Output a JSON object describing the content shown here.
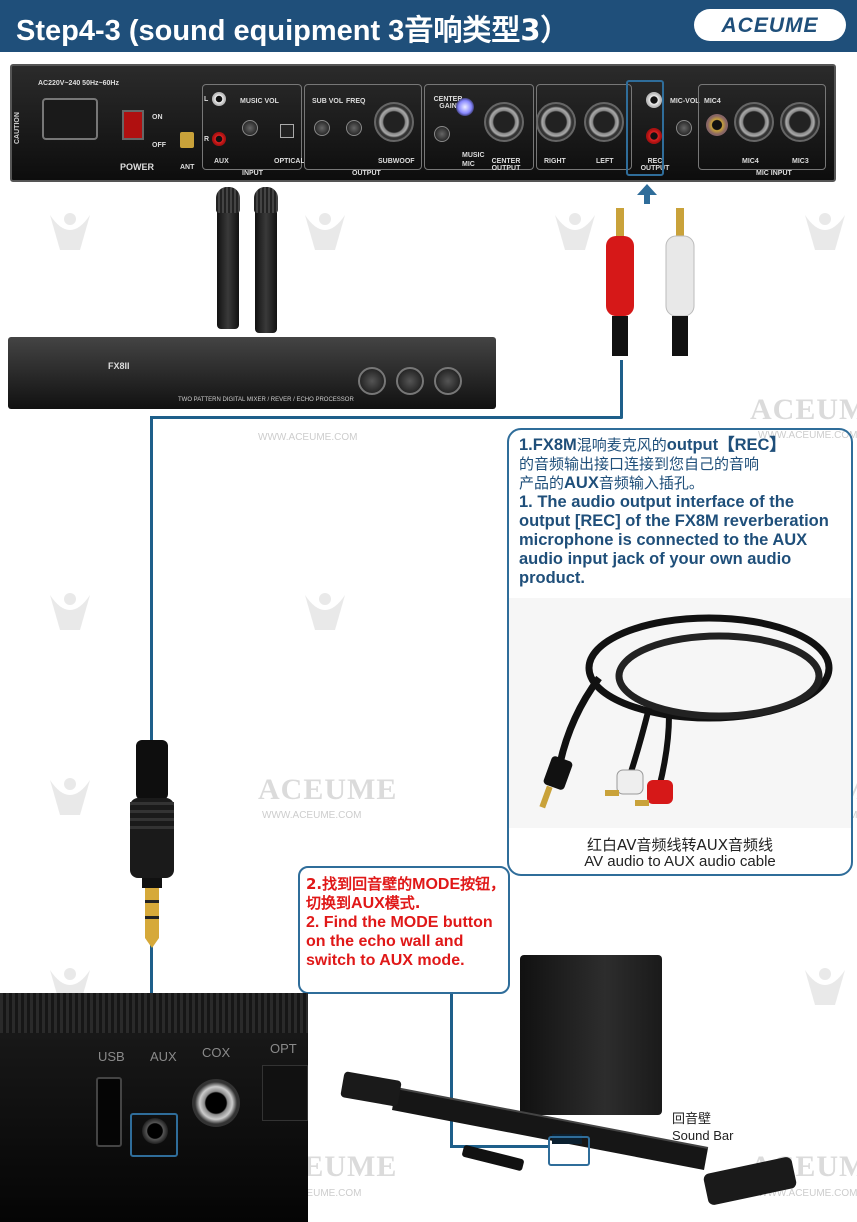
{
  "header": {
    "title_prefix": "Step4-3 (sound equipment 3",
    "title_cn": "音响类型3",
    "title_suffix": "）",
    "brand": "ACEUME"
  },
  "watermark": {
    "brand": "ACEUME",
    "url": "WWW.ACEUME.COM"
  },
  "rear_panel": {
    "power_spec": "AC220V~240 50Hz~60Hz",
    "caution": "CAUTION",
    "on": "ON",
    "off": "OFF",
    "power": "POWER",
    "ant": "ANT",
    "music_vol": "MUSIC VOL",
    "aux": "AUX",
    "optical": "OPTICAL",
    "input": "INPUT",
    "sub_vol": "SUB VOL",
    "freq": "FREQ",
    "output": "OUTPUT",
    "subwoof": "SUBWOOF",
    "center_gain": "CENTER GAIN",
    "music": "MUSIC",
    "mic": "MIC",
    "center_output": "CENTER OUTPUT",
    "right": "RIGHT",
    "left": "LEFT",
    "rec_output": "REC OUTPUT",
    "mic_vol": "MIC-VOL",
    "mic4": "MIC4",
    "mic3": "MIC3",
    "mic_input": "MIC INPUT",
    "l": "L",
    "r": "R"
  },
  "mixer": {
    "model": "FX8II",
    "subtitle": "TWO PATTERN DIGITAL MIXER / REVER / ECHO PROCESSOR"
  },
  "info_box": {
    "line1_prefix": "1.FX8M",
    "line1_cn": "混响麦克风的",
    "line1_output": "output【REC】",
    "line2_cn": "的音频输出接口连接到您自己的音响",
    "line3_cn_a": "产品的",
    "line3_aux": "AUX",
    "line3_cn_b": "音频输入插孔。",
    "en": "1. The audio output interface of the output [REC] of the FX8M reverberation microphone is connected to the AUX audio input jack of your own audio product.",
    "caption_cn": "红白AV音频线转AUX音频线",
    "caption_en": "AV audio to AUX audio cable"
  },
  "mode_box": {
    "cn_a": "2.找到回音壁的",
    "cn_mode": "MODE",
    "cn_b": "按钮，切换到",
    "cn_aux": "AUX",
    "cn_c": "模式.",
    "en": "2. Find the MODE button on the echo wall and switch to AUX mode."
  },
  "device_ports": {
    "usb": "USB",
    "aux": "AUX",
    "cox": "COX",
    "opt": "OPT"
  },
  "soundbar": {
    "label_cn": "回音壁",
    "label_en": "Sound Bar"
  },
  "colors": {
    "header_bg": "#1f4f7a",
    "accent": "#2f6d9a",
    "highlight_red": "#e01818"
  }
}
